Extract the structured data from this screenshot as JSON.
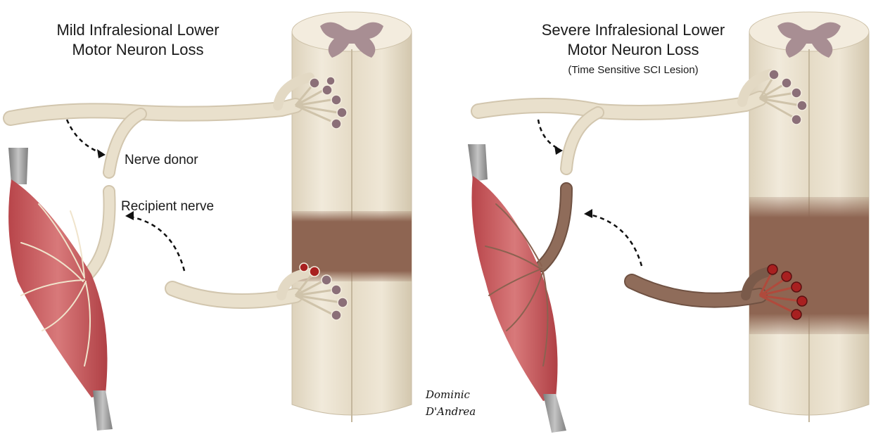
{
  "left_panel": {
    "title_line1": "Mild Infralesional Lower",
    "title_line2": "Motor Neuron Loss",
    "donor_label": "Nerve donor",
    "recipient_label": "Recipient nerve"
  },
  "right_panel": {
    "title_line1": "Severe Infralesional Lower",
    "title_line2": "Motor Neuron Loss",
    "subtitle": "(Time Sensitive SCI Lesion)"
  },
  "signature": {
    "line1": "Dominic",
    "line2": "D'Andrea"
  },
  "colors": {
    "cord": "#ece4d3",
    "cord_shade": "#d9ceb8",
    "grey_matter": "#a88e93",
    "lesion": "#8e6552",
    "nerve": "#e6dcc7",
    "nerve_degenerated": "#8f6c5a",
    "muscle": "#c9595b",
    "tendon": "#9a9a9a",
    "healthy_neuron": "#8b6f78",
    "damaged_neuron": "#a82020"
  }
}
